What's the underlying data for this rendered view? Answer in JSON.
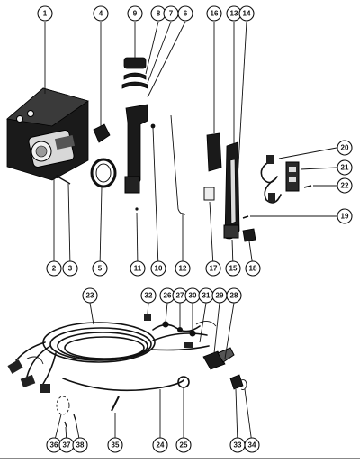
{
  "diagram": {
    "part_numbers": [
      "1",
      "2",
      "3",
      "4",
      "5",
      "6",
      "7",
      "8",
      "9",
      "10",
      "11",
      "12",
      "13",
      "14",
      "15",
      "16",
      "17",
      "18",
      "19",
      "20",
      "21",
      "22",
      "23",
      "24",
      "25",
      "26",
      "27",
      "28",
      "29",
      "30",
      "31",
      "32",
      "33",
      "34",
      "35",
      "36",
      "37",
      "38"
    ]
  },
  "colors": {
    "ink": "#111111",
    "paper": "#ffffff"
  }
}
